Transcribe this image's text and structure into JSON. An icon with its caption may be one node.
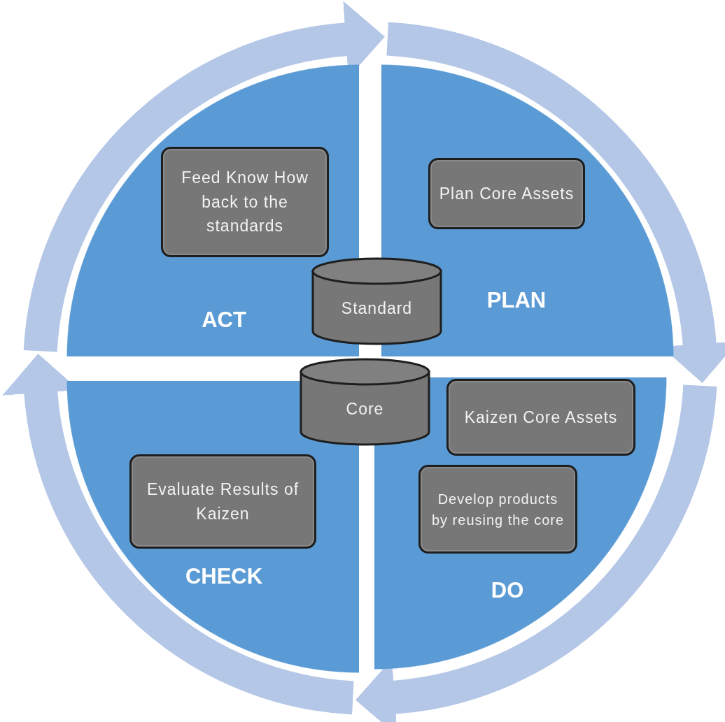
{
  "diagram": {
    "nodes": [
      {
        "text": [
          "ACT"
        ]
      },
      {
        "text": [
          "Feed Know How back to the standards"
        ],
        "in": 0
      },
      {
        "text": [
          "PLAN"
        ]
      },
      {
        "text": [
          "Plan Core Assets"
        ],
        "in": 2
      },
      {
        "text": [
          "Standard"
        ]
      },
      {
        "text": [
          "Core"
        ]
      },
      {
        "text": [
          "CHECK"
        ]
      },
      {
        "text": [
          "Evaluate Results of Kaizen"
        ],
        "in": 6
      },
      {
        "text": [
          "DO"
        ]
      },
      {
        "text": [
          "Kaizen Core Assets"
        ],
        "in": 8
      },
      {
        "text": [
          "Develop products by reusing the core"
        ],
        "in": 8
      }
    ],
    "edges": [
      {
        "from": 0,
        "to": 2,
        "arrow": "to"
      },
      {
        "from": 2,
        "to": 8,
        "arrow": "to"
      },
      {
        "from": 8,
        "to": 6,
        "arrow": "to"
      },
      {
        "from": 6,
        "to": 0,
        "arrow": "to"
      }
    ]
  }
}
